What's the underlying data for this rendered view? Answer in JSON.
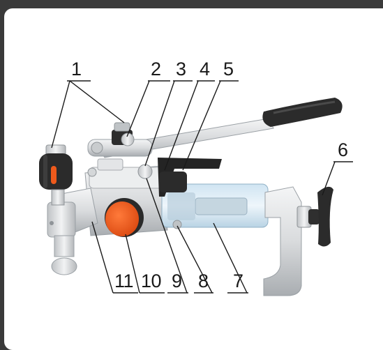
{
  "callouts": {
    "c1": "1",
    "c2": "2",
    "c3": "3",
    "c4": "4",
    "c5": "5",
    "c6": "6",
    "c7": "7",
    "c8": "8",
    "c9": "9",
    "c10": "10",
    "c11": "11"
  },
  "colors": {
    "background": "#3a3a3a",
    "card": "#ffffff",
    "accent_orange": "#ee5a1c",
    "grip_black": "#2a2a2a",
    "metal": "#d8dadc"
  }
}
